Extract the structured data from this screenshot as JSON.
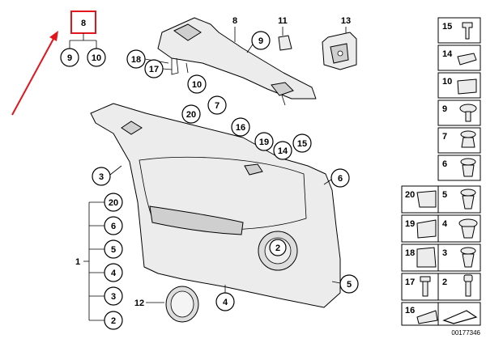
{
  "highlight": {
    "label": "8",
    "children": [
      "9",
      "10"
    ],
    "color": "#e0161c"
  },
  "callouts": {
    "top_8": "8",
    "top_9": "9",
    "top_11": "11",
    "top_13": "13",
    "c18": "18",
    "c17": "17",
    "c10": "10",
    "c7": "7",
    "c20": "20",
    "c16": "16",
    "c19": "19",
    "c14": "14",
    "c15": "15",
    "c3": "3",
    "c6": "6",
    "c1": "1",
    "c12": "12",
    "c4": "4",
    "c5": "5"
  },
  "group_1": [
    "20",
    "6",
    "5",
    "4",
    "3",
    "2"
  ],
  "legend_right": [
    "15",
    "14",
    "10",
    "9",
    "7",
    "6",
    "5",
    "4",
    "3",
    "2"
  ],
  "legend_left": [
    "20",
    "19",
    "18",
    "17",
    "16"
  ],
  "diagram_code": "00177346"
}
